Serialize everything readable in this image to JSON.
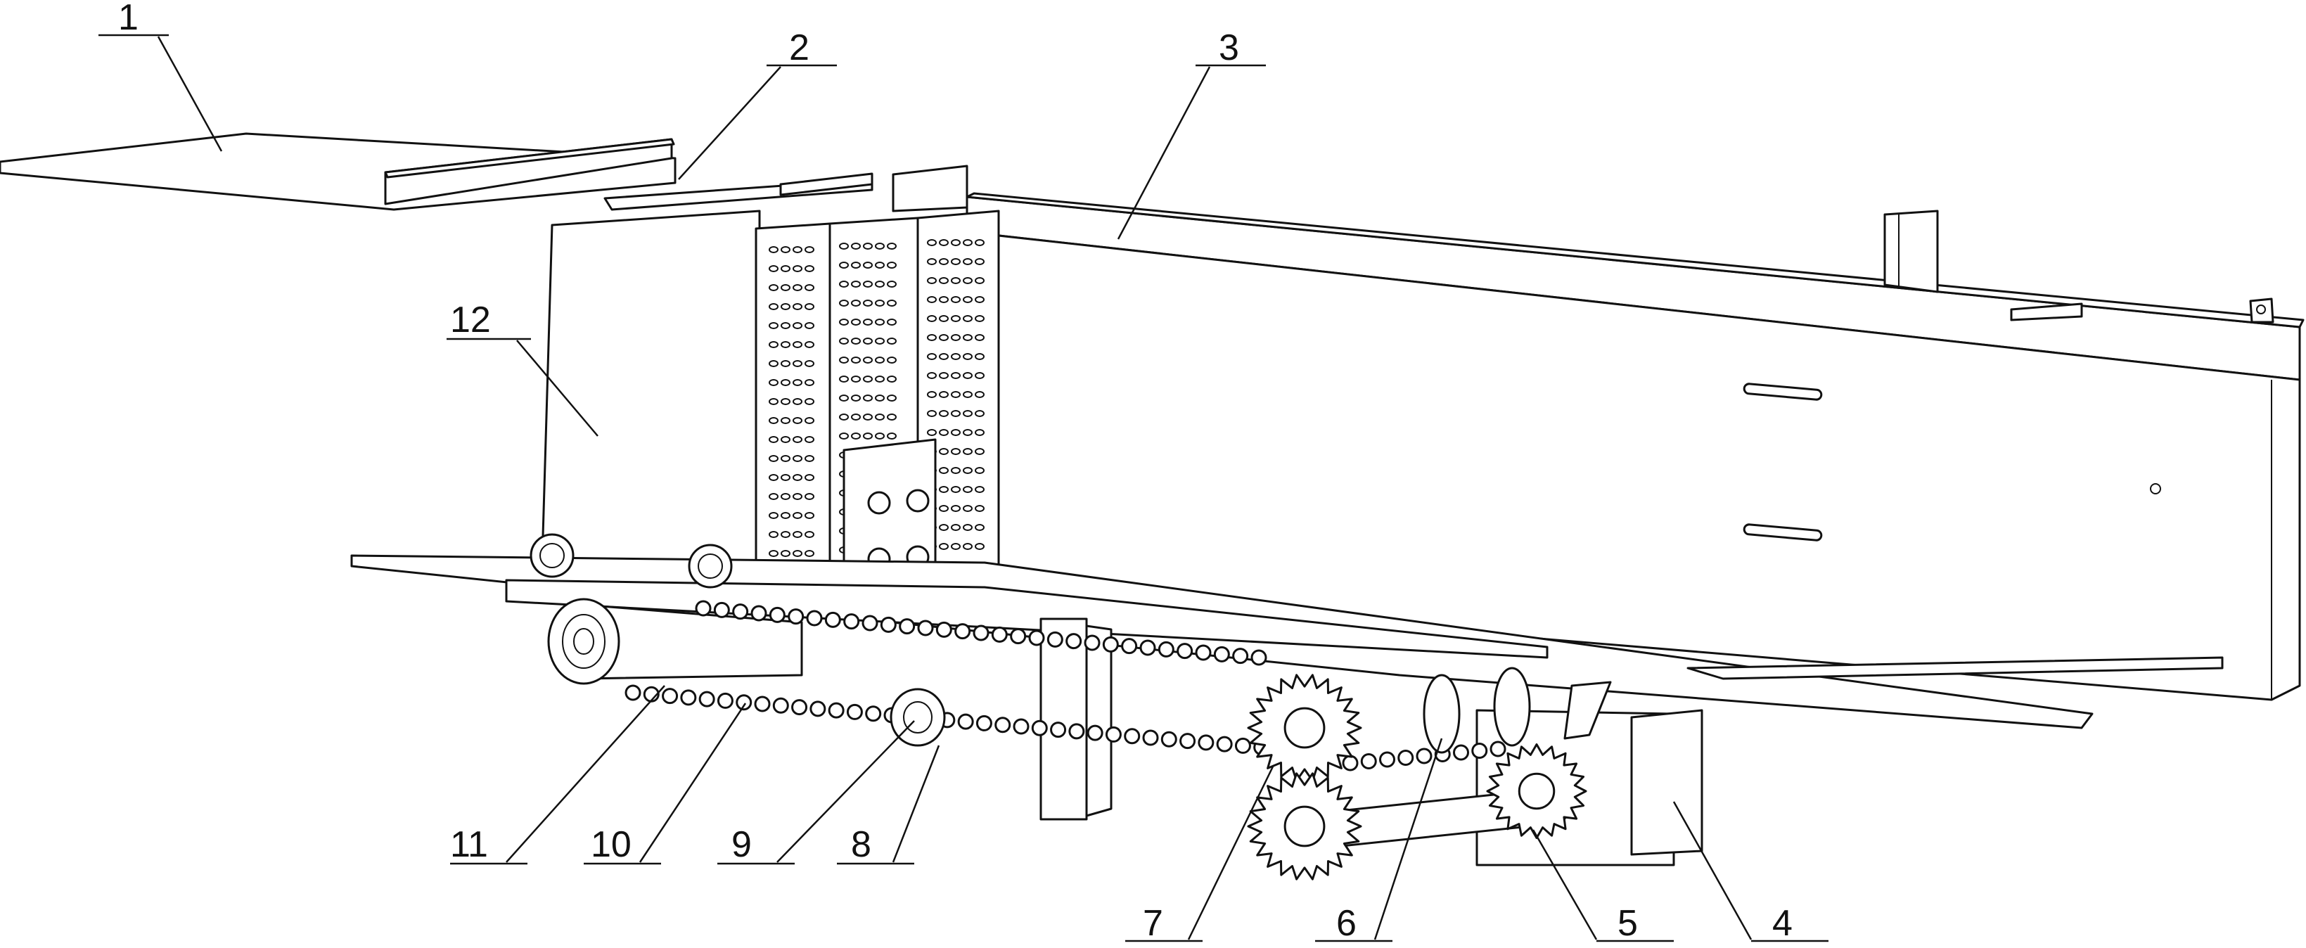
{
  "figure": {
    "part_labels": [
      "1",
      "2",
      "3",
      "4",
      "5",
      "6",
      "7",
      "8",
      "9",
      "10",
      "11",
      "12"
    ]
  },
  "colors": {
    "line": "#111111",
    "background": "#ffffff"
  }
}
